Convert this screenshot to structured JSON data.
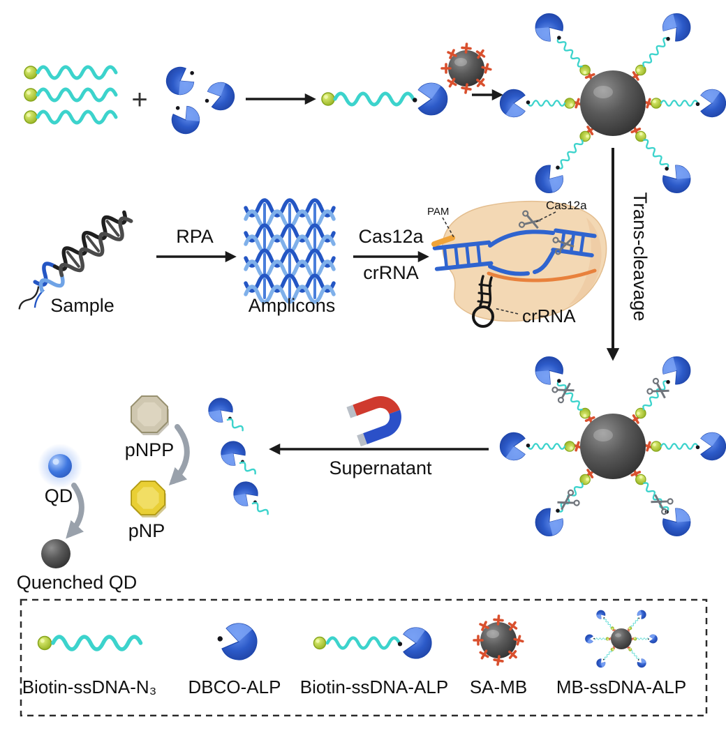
{
  "labels": {
    "plus": "+",
    "rpa": "RPA",
    "sample": "Sample",
    "amplicons": "Amplicons",
    "cas12a": "Cas12a",
    "crrna_arrow": "crRNA",
    "pam": "PAM",
    "cas12a_callout": "Cas12a",
    "crrna_callout": "crRNA",
    "trans_cleavage": "Trans-cleavage",
    "supernatant": "Supernatant",
    "pnpp": "pNPP",
    "pnp": "pNP",
    "qd": "QD",
    "quenched_qd": "Quenched QD"
  },
  "legend": {
    "items": [
      {
        "label": "Biotin-ssDNA-N₃"
      },
      {
        "label": "DBCO-ALP"
      },
      {
        "label": "Biotin-ssDNA-ALP"
      },
      {
        "label": "SA-MB"
      },
      {
        "label": "MB-ssDNA-ALP"
      }
    ]
  },
  "icons": {
    "scissors": "crossed-blades scissors glyph",
    "magnet": "horseshoe magnet (red/blue)",
    "magnetic_bead": "dark gray sphere",
    "streptavidin": "red cross marks",
    "biotin": "green bead",
    "alp_enzyme": "blue pac-man shape",
    "ssdna": "cyan wavy strand",
    "dna_helix": "blue double-helix braid"
  },
  "colors": {
    "ssdna_cyan": "#3CD3CC",
    "biotin_green": "#9AB823",
    "alp_blue": "#2C5AC8",
    "magnetic_bead_gray": "#4A4A4A",
    "streptavidin_red": "#D9502E",
    "dna_blue": "#2F64CF",
    "dna_light_blue": "#7FB0EA",
    "cas12a_tan": "#F3D8B4",
    "crrna_orange": "#E8813C",
    "pam_orange": "#F0A43A",
    "pnpp_beige": "#CFC7B0",
    "pnp_yellow": "#E9CF35",
    "qd_blue": "#3F77E0",
    "magnet_red": "#CF3A2E",
    "magnet_blue": "#2B50C8",
    "arrow_black": "#1A1A1A",
    "arrow_gray": "#99A1AB"
  }
}
